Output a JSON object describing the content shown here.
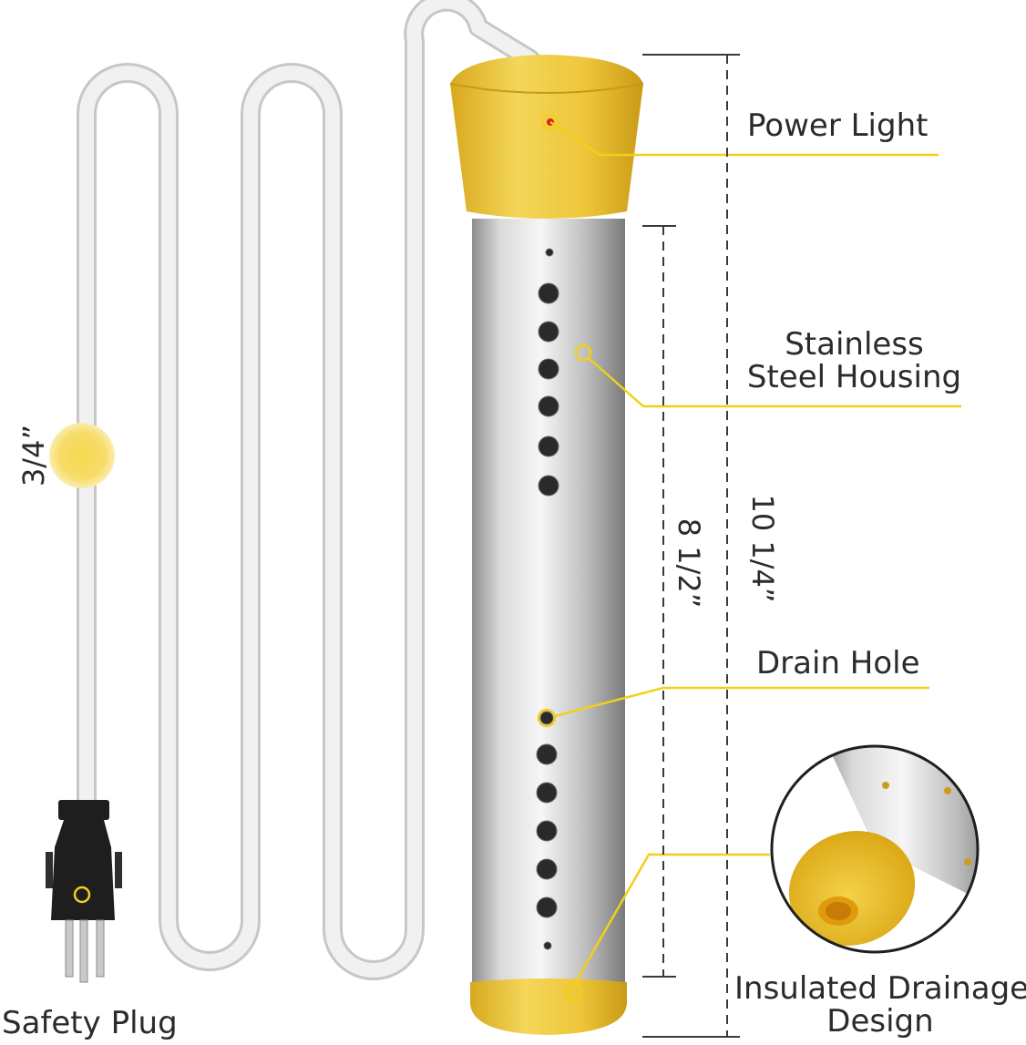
{
  "labels": {
    "power_light": "Power Light",
    "housing_line1": "Stainless",
    "housing_line2": "Steel Housing",
    "drain_hole": "Drain Hole",
    "drainage_line1": "Insulated Drainage",
    "drainage_line2": "Design",
    "safety_plug": "Safety Plug"
  },
  "dimensions": {
    "cord_diameter": "3/4”",
    "tube_length": "8 1/2”",
    "total_length": "10 1/4”"
  },
  "colors": {
    "accent_yellow": "#f2cf1a",
    "cap_yellow": "#ecc53b",
    "steel": "#c8c8c8",
    "cord": "#e6e6e6",
    "plug": "#1e1e1e",
    "indicator_red": "#e0201c"
  }
}
